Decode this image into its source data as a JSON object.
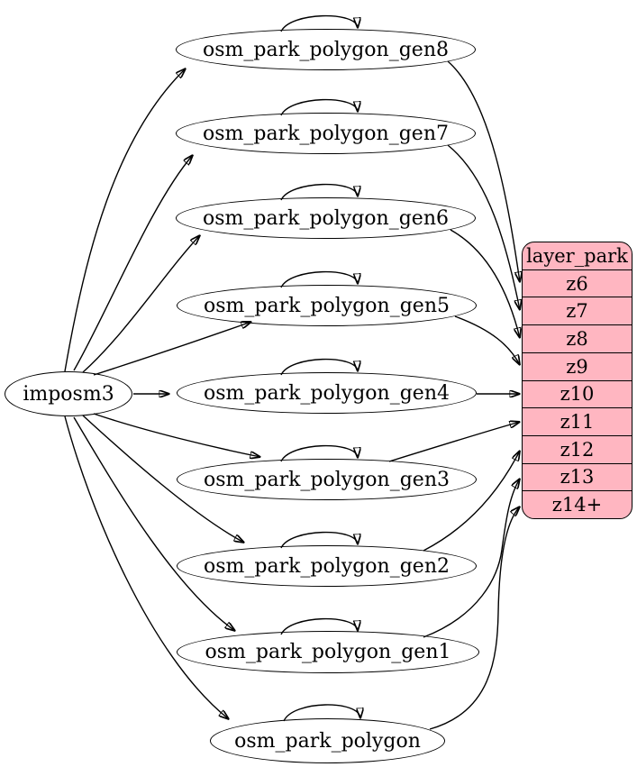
{
  "colors": {
    "background": "#ffffff",
    "table_node_fill": "#ffffff",
    "layer_node_fill": "#ffb6c1",
    "stroke": "#000000",
    "text": "#000000"
  },
  "nodes": {
    "source": {
      "label": "imposm3"
    },
    "tables": [
      {
        "label": "osm_park_polygon_gen8"
      },
      {
        "label": "osm_park_polygon_gen7"
      },
      {
        "label": "osm_park_polygon_gen6"
      },
      {
        "label": "osm_park_polygon_gen5"
      },
      {
        "label": "osm_park_polygon_gen4"
      },
      {
        "label": "osm_park_polygon_gen3"
      },
      {
        "label": "osm_park_polygon_gen2"
      },
      {
        "label": "osm_park_polygon_gen1"
      },
      {
        "label": "osm_park_polygon"
      }
    ],
    "layer": {
      "title": "layer_park",
      "zoom_rows": [
        "z6",
        "z7",
        "z8",
        "z9",
        "z10",
        "z11",
        "z12",
        "z13",
        "z14+"
      ]
    }
  },
  "edges": {
    "from_source": [
      {
        "from": "imposm3",
        "to": "osm_park_polygon_gen8"
      },
      {
        "from": "imposm3",
        "to": "osm_park_polygon_gen7"
      },
      {
        "from": "imposm3",
        "to": "osm_park_polygon_gen6"
      },
      {
        "from": "imposm3",
        "to": "osm_park_polygon_gen5"
      },
      {
        "from": "imposm3",
        "to": "osm_park_polygon_gen4"
      },
      {
        "from": "imposm3",
        "to": "osm_park_polygon_gen3"
      },
      {
        "from": "imposm3",
        "to": "osm_park_polygon_gen2"
      },
      {
        "from": "imposm3",
        "to": "osm_park_polygon_gen1"
      },
      {
        "from": "imposm3",
        "to": "osm_park_polygon"
      }
    ],
    "self_loops": [
      "osm_park_polygon_gen8",
      "osm_park_polygon_gen7",
      "osm_park_polygon_gen6",
      "osm_park_polygon_gen5",
      "osm_park_polygon_gen4",
      "osm_park_polygon_gen3",
      "osm_park_polygon_gen2",
      "osm_park_polygon_gen1",
      "osm_park_polygon"
    ],
    "to_layer": [
      {
        "from": "osm_park_polygon_gen8",
        "to_row": "z6"
      },
      {
        "from": "osm_park_polygon_gen7",
        "to_row": "z7"
      },
      {
        "from": "osm_park_polygon_gen6",
        "to_row": "z8"
      },
      {
        "from": "osm_park_polygon_gen5",
        "to_row": "z9"
      },
      {
        "from": "osm_park_polygon_gen4",
        "to_row": "z10"
      },
      {
        "from": "osm_park_polygon_gen3",
        "to_row": "z11"
      },
      {
        "from": "osm_park_polygon_gen2",
        "to_row": "z12"
      },
      {
        "from": "osm_park_polygon_gen1",
        "to_row": "z13"
      },
      {
        "from": "osm_park_polygon",
        "to_row": "z14+"
      }
    ]
  }
}
